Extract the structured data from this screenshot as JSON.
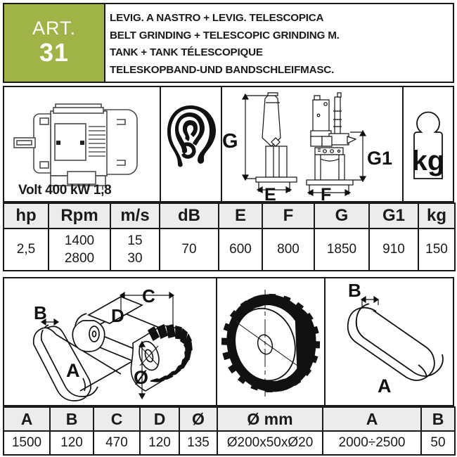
{
  "header": {
    "art_word": "ART.",
    "art_number": "31",
    "badge_color": "#9fb347",
    "titles": [
      "LEVIG. A NASTRO + LEVIG. TELESCOPICA",
      "BELT GRINDING + TELESCOPIC GRINDING M.",
      "TANK + TANK TÉLESCOPIQUE",
      "TELESKOPBAND-UND BANDSCHLEIFMASC."
    ]
  },
  "icon_row": {
    "motor_icon": "electric-motor-icon",
    "volt_label": "Volt 400 kW 1,8",
    "ear_icon": "ear-noise-icon",
    "machine_front_icon": "telescopic-grinder-front-view",
    "machine_side_icon": "belt-grinder-side-view",
    "weight_icon": "kg-weight-icon",
    "weight_unit": "kg",
    "dim_labels": {
      "height_total": "G",
      "height_secondary": "G1",
      "base_front": "E",
      "base_side": "F"
    }
  },
  "spec_table": {
    "headers": [
      "hp",
      "Rpm",
      "m/s",
      "dB",
      "E",
      "F",
      "G",
      "G1",
      "kg"
    ],
    "values": [
      "2,5",
      "1400\n2800",
      "15\n30",
      "70",
      "600",
      "800",
      "1850",
      "910",
      "150"
    ],
    "rpm_lines": [
      "1400",
      "2800"
    ],
    "ms_lines": [
      "15",
      "30"
    ]
  },
  "mid_row": {
    "belt_and_wheel_icon": "sanding-belt-with-contact-wheel-diagram",
    "belt_labels": [
      "A",
      "B",
      "C",
      "D",
      "Ø"
    ],
    "flap_wheel_icon": "abrasive-flap-wheel-diagram",
    "belt_only_icon": "sanding-belt-loop-diagram",
    "belt_only_labels": [
      "A",
      "B"
    ]
  },
  "dims_table": {
    "headers": [
      "A",
      "B",
      "C",
      "D",
      "Ø",
      "Ø mm",
      "A",
      "B"
    ],
    "values": [
      "1500",
      "120",
      "470",
      "120",
      "135",
      "Ø200x50xØ20",
      "2000÷2500",
      "50"
    ]
  }
}
